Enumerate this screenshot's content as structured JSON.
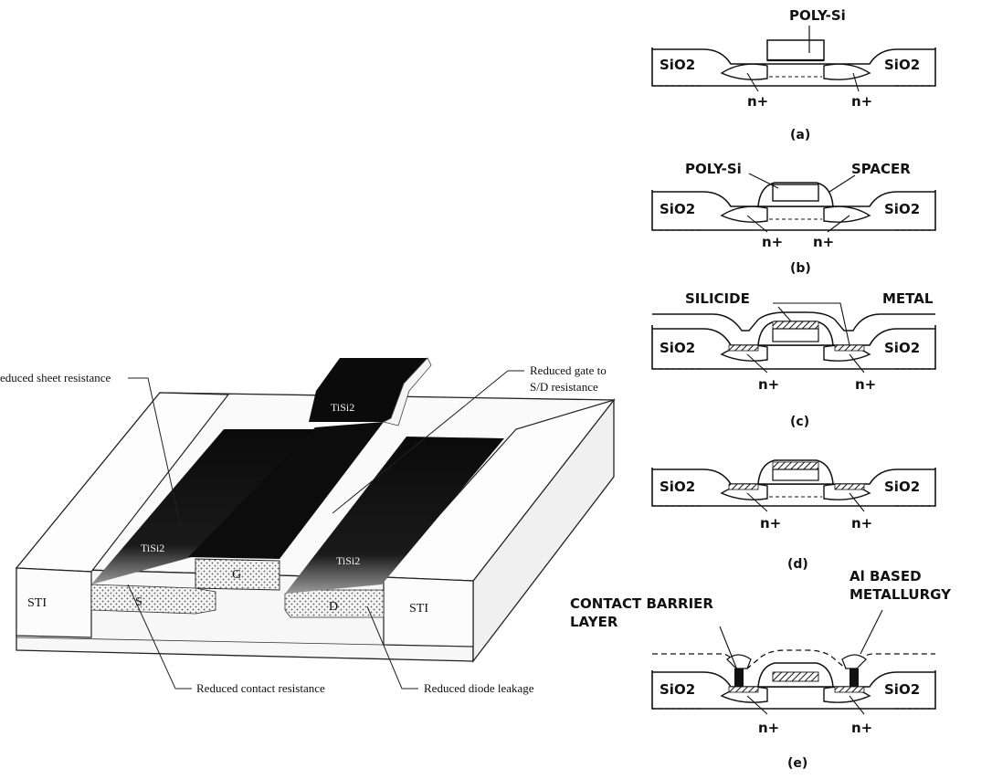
{
  "left_figure": {
    "callouts": {
      "sheet_resistance": "educed sheet resistance",
      "gate_to_sd": [
        "Reduced gate to",
        "S/D resistance"
      ],
      "contact_resistance": "Reduced contact resistance",
      "diode_leakage": "Reduced diode leakage"
    },
    "regions": {
      "sti_left": "STI",
      "sti_right": "STI",
      "source": "S",
      "gate": "G",
      "drain": "D",
      "tisi2_left": "TiSi2",
      "tisi2_right": "TiSi2",
      "tisi2_top": "TiSi2"
    }
  },
  "right_figure": {
    "panels": [
      {
        "caption": "(a)",
        "oxide_left": "SiO2",
        "oxide_right": "SiO2",
        "dopant_left": "n+",
        "dopant_right": "n+",
        "labels": [
          "POLY-Si"
        ]
      },
      {
        "caption": "(b)",
        "oxide_left": "SiO2",
        "oxide_right": "SiO2",
        "dopant_left": "n+",
        "dopant_right": "n+",
        "labels": [
          "POLY-Si",
          "SPACER"
        ]
      },
      {
        "caption": "(c)",
        "oxide_left": "SiO2",
        "oxide_right": "SiO2",
        "dopant_left": "n+",
        "dopant_right": "n+",
        "labels": [
          "SILICIDE",
          "METAL"
        ]
      },
      {
        "caption": "(d)",
        "oxide_left": "SiO2",
        "oxide_right": "SiO2",
        "dopant_left": "n+",
        "dopant_right": "n+",
        "labels": []
      },
      {
        "caption": "(e)",
        "oxide_left": "SiO2",
        "oxide_right": "SiO2",
        "dopant_left": "n+",
        "dopant_right": "n+",
        "labels": [
          "CONTACT BARRIER",
          "LAYER",
          "Al BASED",
          "METALLURGY"
        ]
      }
    ]
  }
}
